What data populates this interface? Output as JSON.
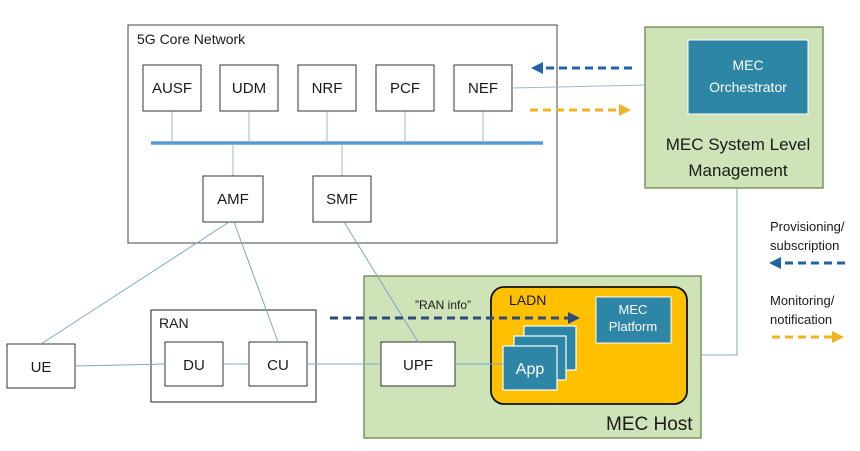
{
  "colors": {
    "mec_green": "#cfe3b8",
    "mec_green_border": "#5e7f3c",
    "ladn_yellow": "#ffc000",
    "mec_blue": "#2e86a6",
    "arrow_blue": "#1f63a8",
    "arrow_navy": "#2d4a7c",
    "arrow_yellow": "#f0b323",
    "line_blue": "#7da8c8",
    "bus_blue": "#5b9bd5"
  },
  "core": {
    "title": "5G Core Network",
    "nf_top": [
      "AUSF",
      "UDM",
      "NRF",
      "PCF",
      "NEF"
    ],
    "amf": "AMF",
    "smf": "SMF"
  },
  "mec_mgmt": {
    "orchestrator": "MEC\nOrchestrator",
    "label_line1": "MEC System Level",
    "label_line2": "Management"
  },
  "ran": {
    "title": "RAN",
    "du": "DU",
    "cu": "CU"
  },
  "ue": "UE",
  "mec_host": {
    "title": "MEC Host",
    "upf": "UPF",
    "ladn": "LADN",
    "platform_line1": "MEC",
    "platform_line2": "Platform",
    "app": "App"
  },
  "ran_info_label": "”RAN info”",
  "legend": {
    "provisioning_line1": "Provisioning/",
    "provisioning_line2": "subscription",
    "monitoring_line1": "Monitoring/",
    "monitoring_line2": "notification"
  },
  "icons": {
    "provisioning": "dashed-left-arrow-icon",
    "monitoring": "dashed-right-arrow-icon"
  }
}
